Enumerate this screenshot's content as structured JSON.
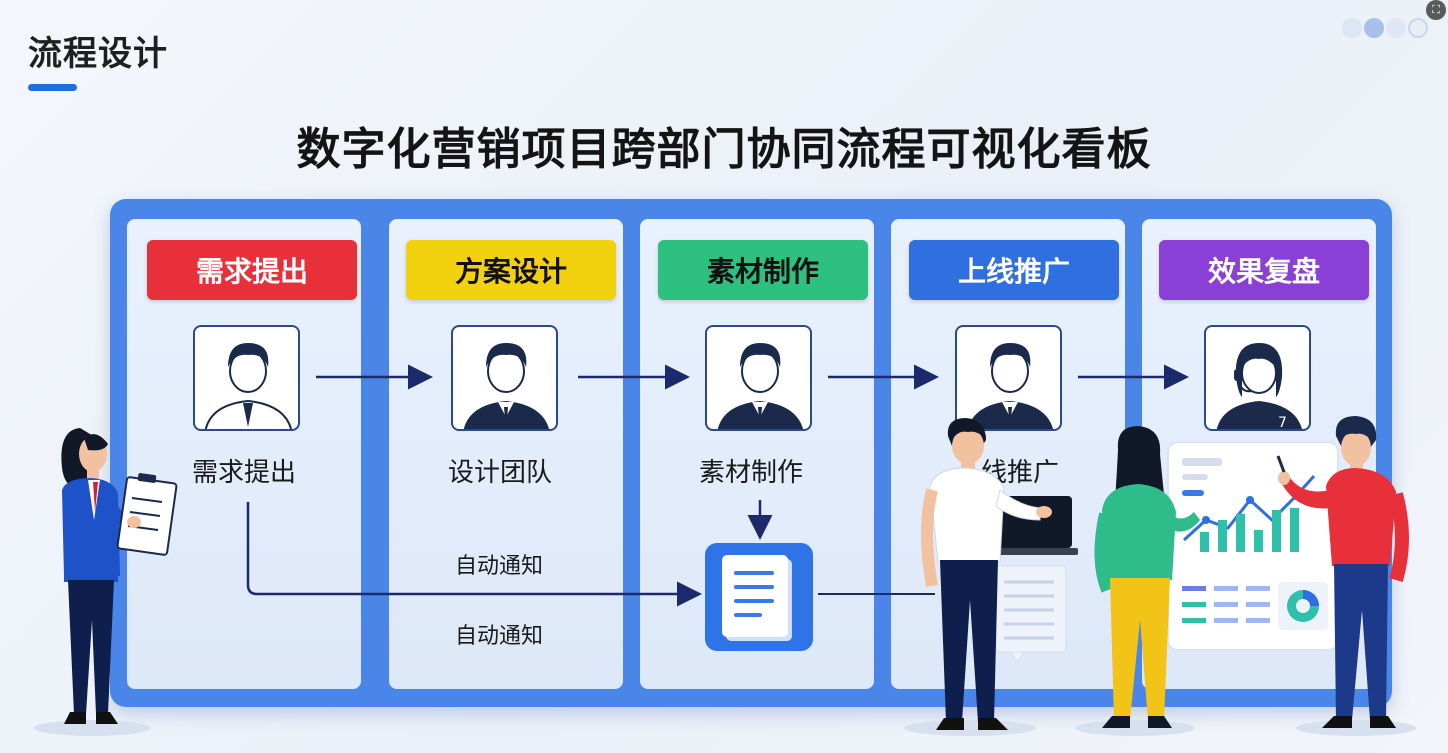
{
  "header": {
    "section_title": "流程设计",
    "main_title": "数字化营销项目跨部门协同流程可视化看板"
  },
  "stages": [
    {
      "label": "需求提出",
      "color": "#e8303a",
      "text_color": "white",
      "role": "需求提出",
      "avatar": "man-shirt"
    },
    {
      "label": "方案设计",
      "color": "#f2d20f",
      "text_color": "dark",
      "role": "设计团队",
      "avatar": "man-suit"
    },
    {
      "label": "素材制作",
      "color": "#2ec07e",
      "text_color": "dark",
      "role": "素材制作",
      "avatar": "man-suit"
    },
    {
      "label": "上线推广",
      "color": "#2f6fe0",
      "text_color": "white",
      "role": "线推广",
      "avatar": "man-suit"
    },
    {
      "label": "效果复盘",
      "color": "#8a3fd6",
      "text_color": "white",
      "role": "",
      "avatar": "woman-headset"
    }
  ],
  "notifications": [
    "自动通知",
    "自动通知"
  ],
  "icons": {
    "document": "document-icon",
    "arrow": "arrow-right-icon"
  },
  "accent_color": "#1f6fe0",
  "board_color": "#4a86e8"
}
